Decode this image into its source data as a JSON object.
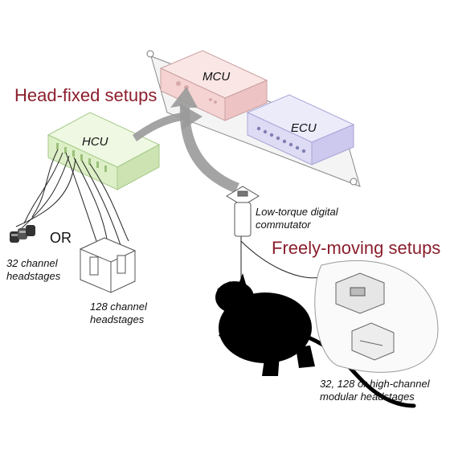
{
  "headings": {
    "head_fixed": "Head-fixed setups",
    "freely_moving": "Freely-moving setups"
  },
  "devices": {
    "mcu": "MCU",
    "ecu": "ECU",
    "hcu": "HCU"
  },
  "labels": {
    "or": "OR",
    "headstage_32": [
      "32 channel",
      "headstages"
    ],
    "headstage_128": [
      "128 channel",
      "headstages"
    ],
    "commutator": [
      "Low-torque digital",
      "commutator"
    ],
    "modular": [
      "32, 128 or high-channel",
      "modular headstages"
    ]
  },
  "colors": {
    "heading": "#8b1e2d",
    "mcu_fill": "#f7d6d6",
    "ecu_fill": "#dcdaf3",
    "hcu_fill": "#dcefc6",
    "arrow": "#9a9a9a"
  }
}
